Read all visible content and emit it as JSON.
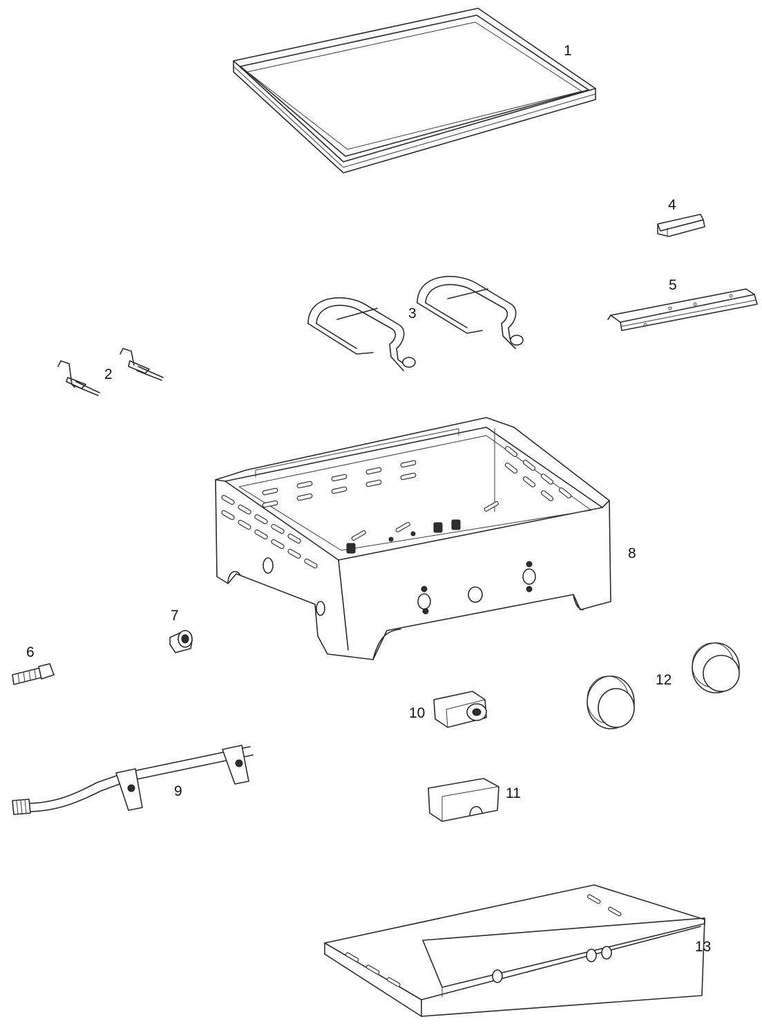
{
  "diagram": {
    "callouts": [
      {
        "id": "c1",
        "text": "1"
      },
      {
        "id": "c2",
        "text": "2"
      },
      {
        "id": "c3",
        "text": "3"
      },
      {
        "id": "c4",
        "text": "4"
      },
      {
        "id": "c5",
        "text": "5"
      },
      {
        "id": "c6",
        "text": "6"
      },
      {
        "id": "c7",
        "text": "7"
      },
      {
        "id": "c8",
        "text": "8"
      },
      {
        "id": "c9",
        "text": "9"
      },
      {
        "id": "c10",
        "text": "10"
      },
      {
        "id": "c11",
        "text": "11"
      },
      {
        "id": "c12",
        "text": "12"
      },
      {
        "id": "c13",
        "text": "13"
      }
    ],
    "colors": {
      "line": "#2a2a2a",
      "background": "#ffffff"
    }
  }
}
